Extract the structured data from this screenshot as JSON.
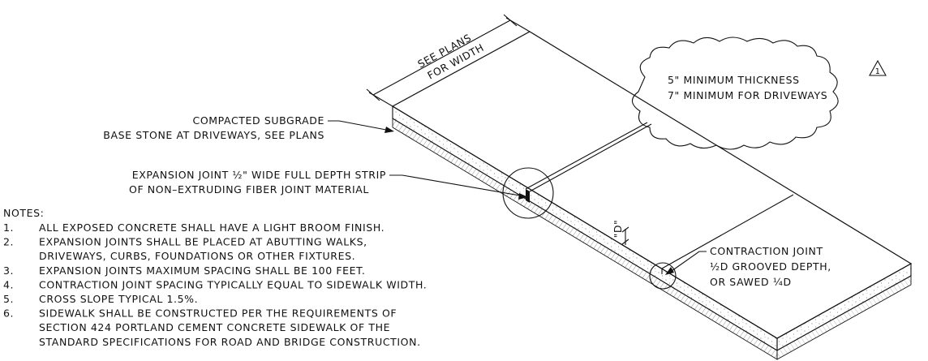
{
  "dimension": {
    "line1": "SEE PLANS",
    "line2": "FOR WIDTH"
  },
  "revision_marker": "1",
  "cloud_note": {
    "line1": "5\" MINIMUM THICKNESS",
    "line2": "7\" MINIMUM FOR DRIVEWAYS"
  },
  "callouts": {
    "subgrade_line1": "COMPACTED SUBGRADE",
    "subgrade_line2": "BASE STONE AT DRIVEWAYS, SEE PLANS",
    "expansion_line1": "EXPANSION JOINT ½\" WIDE FULL DEPTH STRIP",
    "expansion_line2": "OF NON–EXTRUDING FIBER JOINT MATERIAL",
    "depth_label": "\"D\"",
    "contraction_line1": "CONTRACTION JOINT",
    "contraction_line2": "½D GROOVED DEPTH,",
    "contraction_line3": "OR SAWED ¼D"
  },
  "notes": {
    "heading": "NOTES:",
    "items": [
      {
        "num": "1.",
        "lines": [
          "ALL EXPOSED CONCRETE SHALL HAVE A LIGHT BROOM FINISH."
        ]
      },
      {
        "num": "2.",
        "lines": [
          "EXPANSION JOINTS SHALL BE PLACED AT ABUTTING WALKS,",
          "DRIVEWAYS, CURBS, FOUNDATIONS OR OTHER FIXTURES."
        ]
      },
      {
        "num": "3.",
        "lines": [
          "EXPANSION JOINTS MAXIMUM SPACING SHALL BE 100 FEET."
        ]
      },
      {
        "num": "4.",
        "lines": [
          "CONTRACTION JOINT SPACING TYPICALLY EQUAL TO SIDEWALK WIDTH."
        ]
      },
      {
        "num": "5.",
        "lines": [
          "CROSS SLOPE TYPICAL 1.5%."
        ]
      },
      {
        "num": "6.",
        "lines": [
          "SIDEWALK SHALL BE CONSTRUCTED PER THE REQUIREMENTS OF",
          "SECTION 424 PORTLAND CEMENT CONCRETE SIDEWALK OF THE",
          "STANDARD SPECIFICATIONS FOR ROAD AND BRIDGE CONSTRUCTION."
        ]
      }
    ]
  }
}
